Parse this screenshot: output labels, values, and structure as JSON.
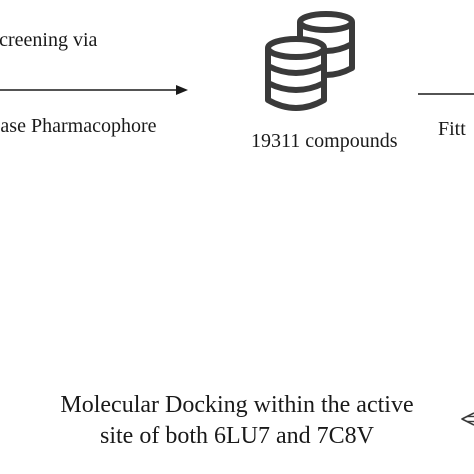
{
  "labels": {
    "screening_top": "Screening via",
    "screening_bottom": "tease Pharmacophore",
    "compounds": "19311 compounds",
    "right_partial": "Fitt",
    "docking_line1": "Molecular Docking within the active",
    "docking_line2": "site of both 6LU7 and 7C8V"
  },
  "icons": {
    "database": "database-stack-icon",
    "arrow": "arrow-right-icon"
  },
  "colors": {
    "ink": "#1a1a1a",
    "icon": "#3a3a3a"
  }
}
